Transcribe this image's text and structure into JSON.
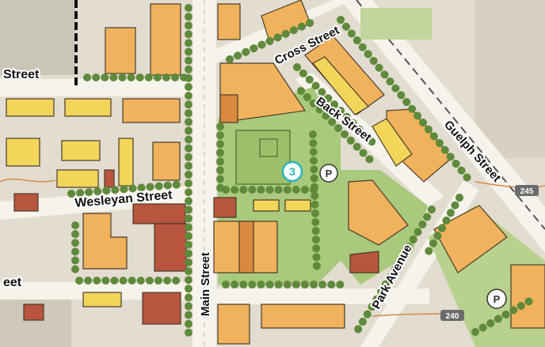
{
  "streets": {
    "street_west": "Street",
    "cross": "Cross Street",
    "back": "Back Street",
    "guelph": "Guelph Street",
    "wesleyan": "Wesleyan Street",
    "eet": "eet",
    "main": "Main Street",
    "park": "Park Avenue"
  },
  "routes": {
    "r245": "245",
    "r240": "240"
  },
  "markers": {
    "site_number": "3",
    "parking_top": "P",
    "parking_bottom": "P"
  },
  "colors": {
    "ground": "#e7e2d6",
    "road": "#f6f3ec",
    "green": "#a9c97c",
    "park": "#9cc06a",
    "tree": "#5f8a3c",
    "building_orange": "#f0b25c",
    "building_dark": "#d98a3f",
    "building_yellow": "#f2d65a",
    "building_red": "#b8553f",
    "accent": "#2ab3c0"
  }
}
